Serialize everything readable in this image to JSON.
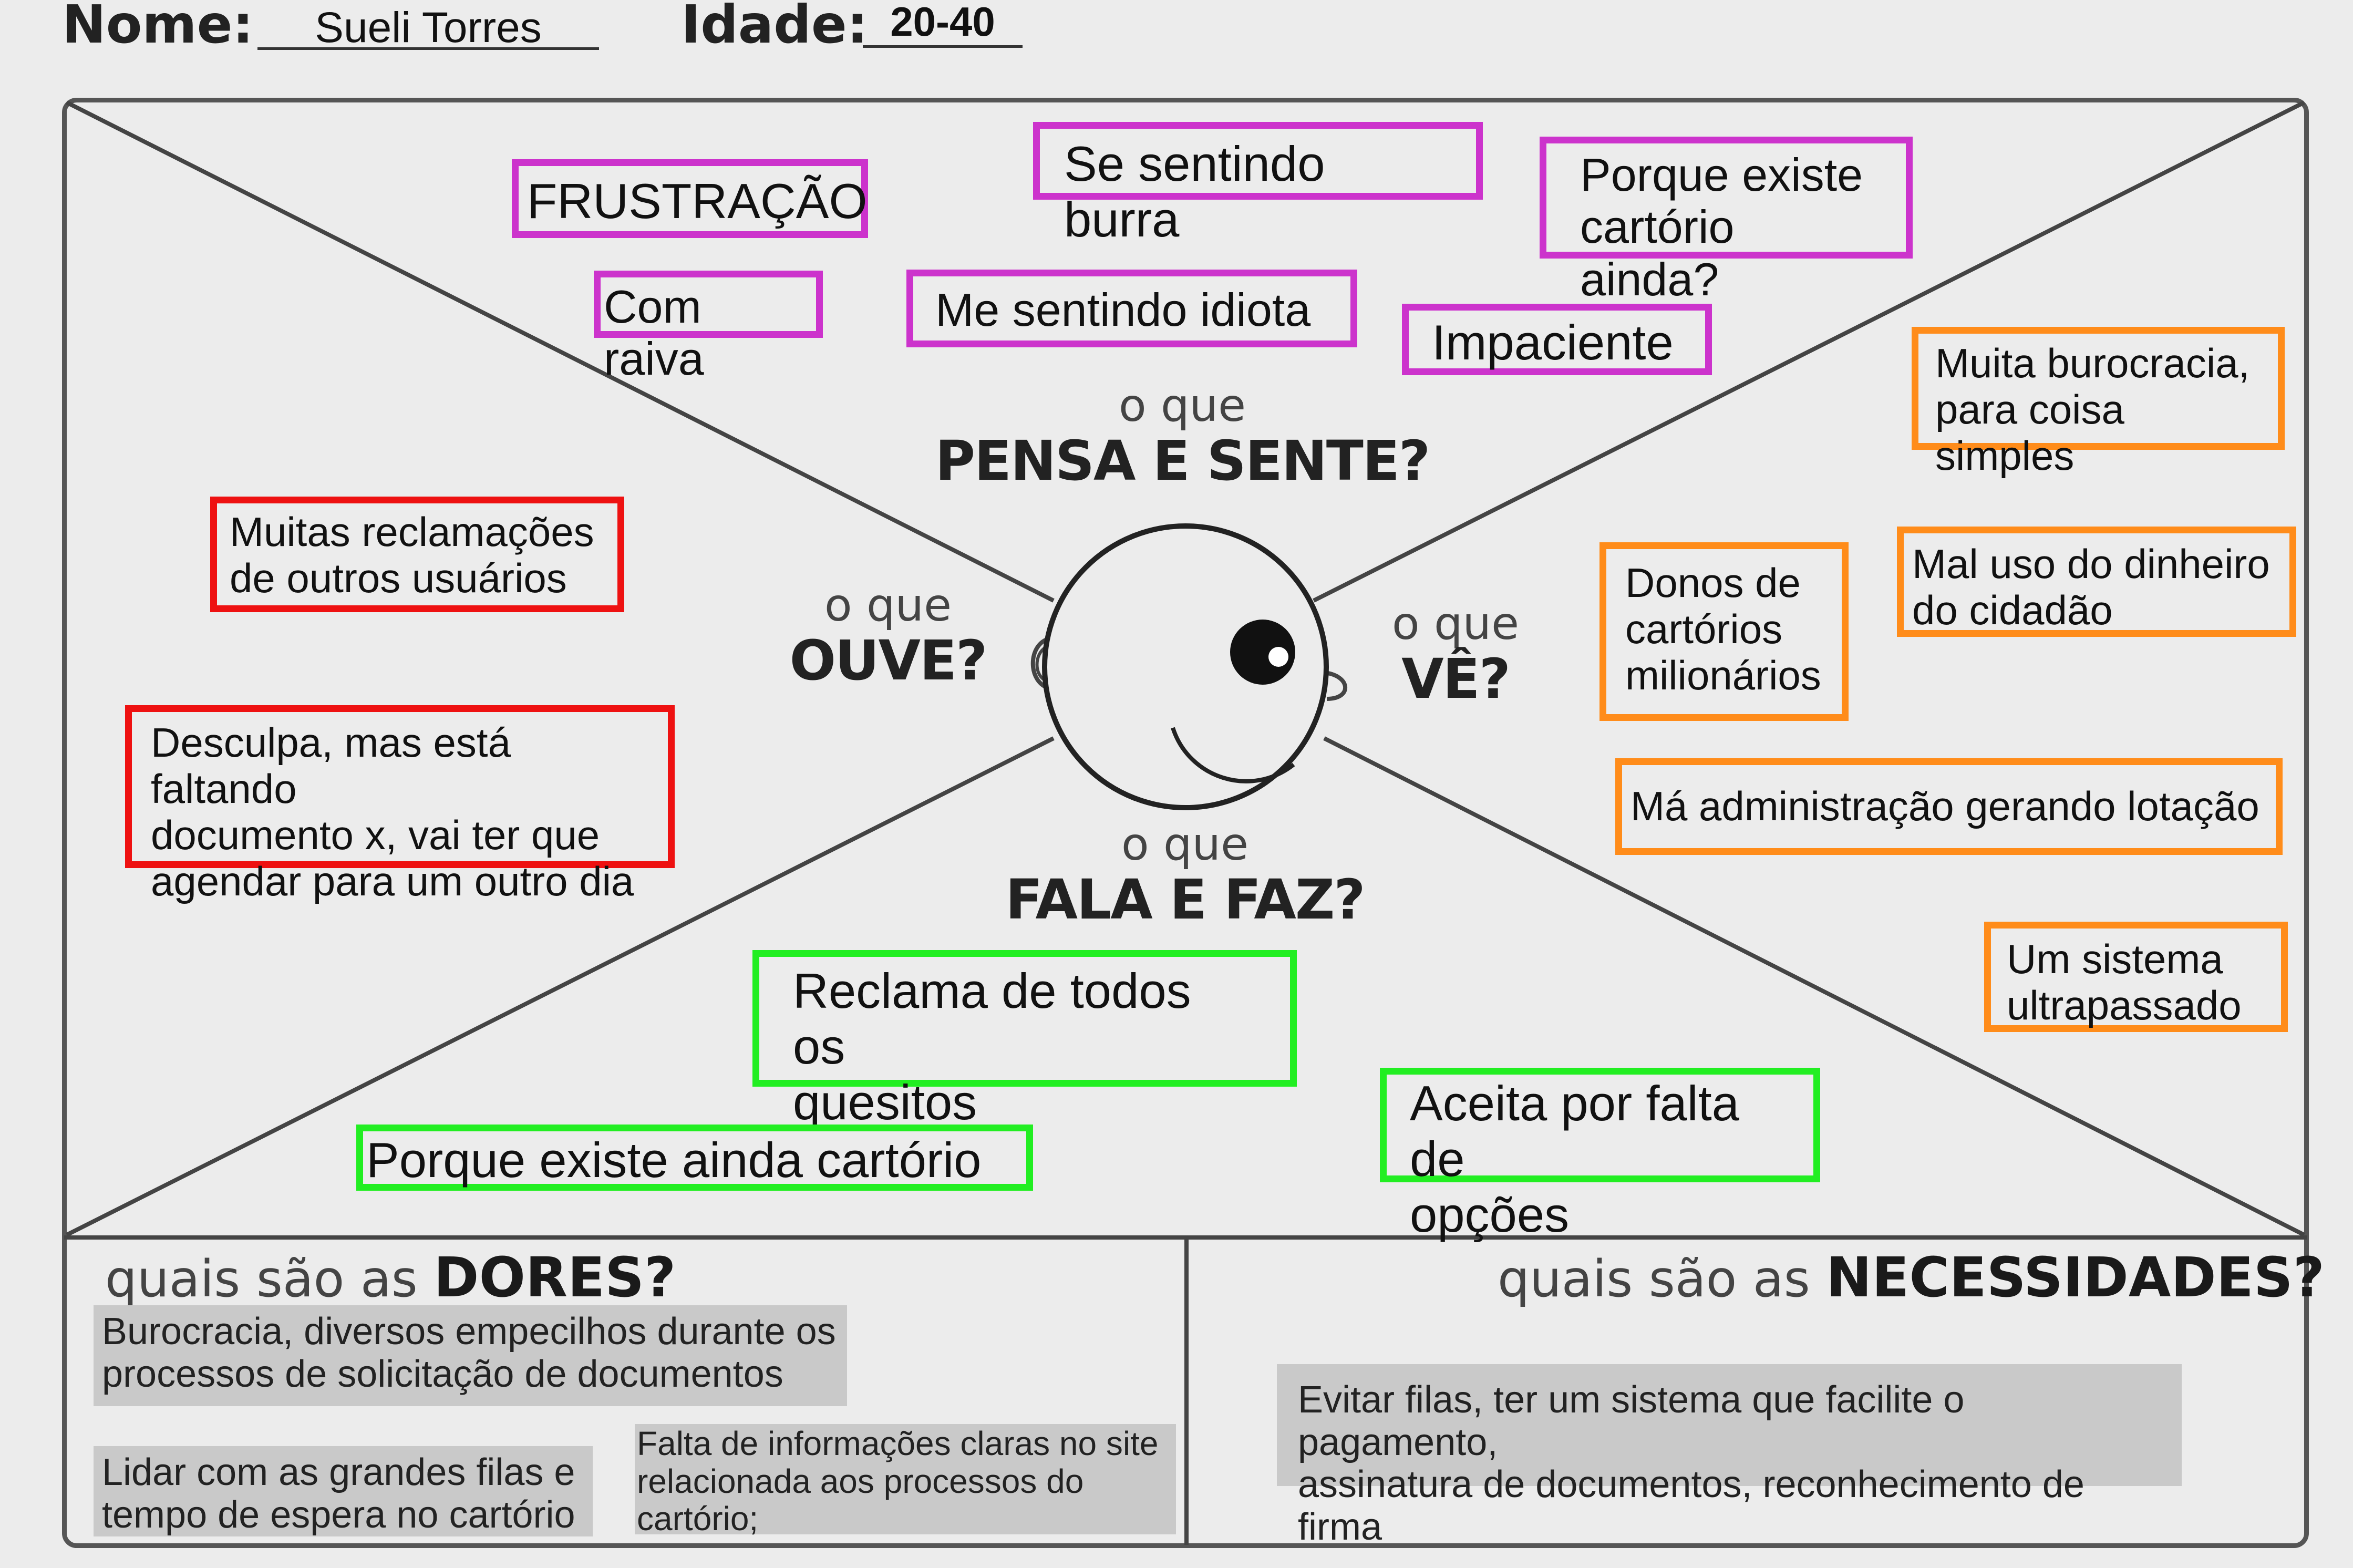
{
  "header": {
    "name_label": "Nome:",
    "name_value": "Sueli Torres",
    "age_label": "Idade:",
    "age_value": "20-40"
  },
  "sections": {
    "pensa": {
      "q": "o que",
      "title": "PENSA E SENTE?"
    },
    "ouve": {
      "q": "o que",
      "title": "OUVE?"
    },
    "ve": {
      "q": "o que",
      "title": "VÊ?"
    },
    "fala": {
      "q": "o que",
      "title": "FALA E FAZ?"
    }
  },
  "notes": {
    "pensa": [
      "FRUSTRAÇÃO",
      "Se sentindo burra",
      "Porque existe\ncartório ainda?",
      "Com raiva",
      "Me sentindo idiota",
      "Impaciente"
    ],
    "ouve": [
      "Muitas reclamações\nde outros usuários",
      "Desculpa, mas está faltando\ndocumento x, vai ter que\nagendar para um outro dia"
    ],
    "ve": [
      "Muita burocracia,\npara coisa simples",
      "Donos de\ncartórios\nmilionários",
      "Mal uso do dinheiro\ndo cidadão",
      "Má administração gerando lotação",
      "Um sistema\nultrapassado"
    ],
    "fala": [
      "Reclama de todos os\nquesitos",
      "Porque existe ainda cartório",
      "Aceita por falta de\nopções"
    ]
  },
  "dores": {
    "prefix": "quais são as ",
    "title": "DORES?",
    "items": [
      "Burocracia, diversos empecilhos durante os\nprocessos de solicitação de documentos",
      "Lidar com as grandes filas e\ntempo de espera no cartório",
      "Falta de informações claras no site\nrelacionada aos processos do\ncartório;"
    ]
  },
  "necessidades": {
    "prefix": "quais são as ",
    "title": "NECESSIDADES?",
    "items": [
      "Evitar filas, ter um sistema que facilite o pagamento,\nassinatura de documentos, reconhecimento de firma"
    ]
  },
  "colors": {
    "purple": "#cc33cc",
    "orange": "#ff8c1a",
    "red": "#ee1111",
    "green": "#22ee22",
    "gray": "#c9c9c9"
  }
}
